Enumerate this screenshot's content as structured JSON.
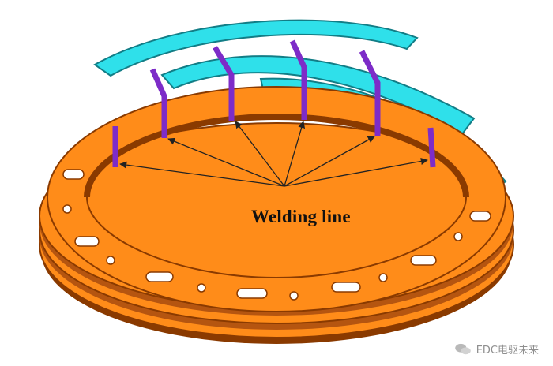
{
  "figure": {
    "label": "Welding line",
    "watermark": "EDC电驱未来",
    "colors": {
      "lamination_upper": "#2fe0ea",
      "lamination_lower": "#ff8c19",
      "lamination_edge": "#8a3a00",
      "lamination_edge_cyan": "#127d86",
      "weld_line": "#7d2cc8",
      "arrow": "#222222"
    },
    "weld_line_count": 6
  }
}
